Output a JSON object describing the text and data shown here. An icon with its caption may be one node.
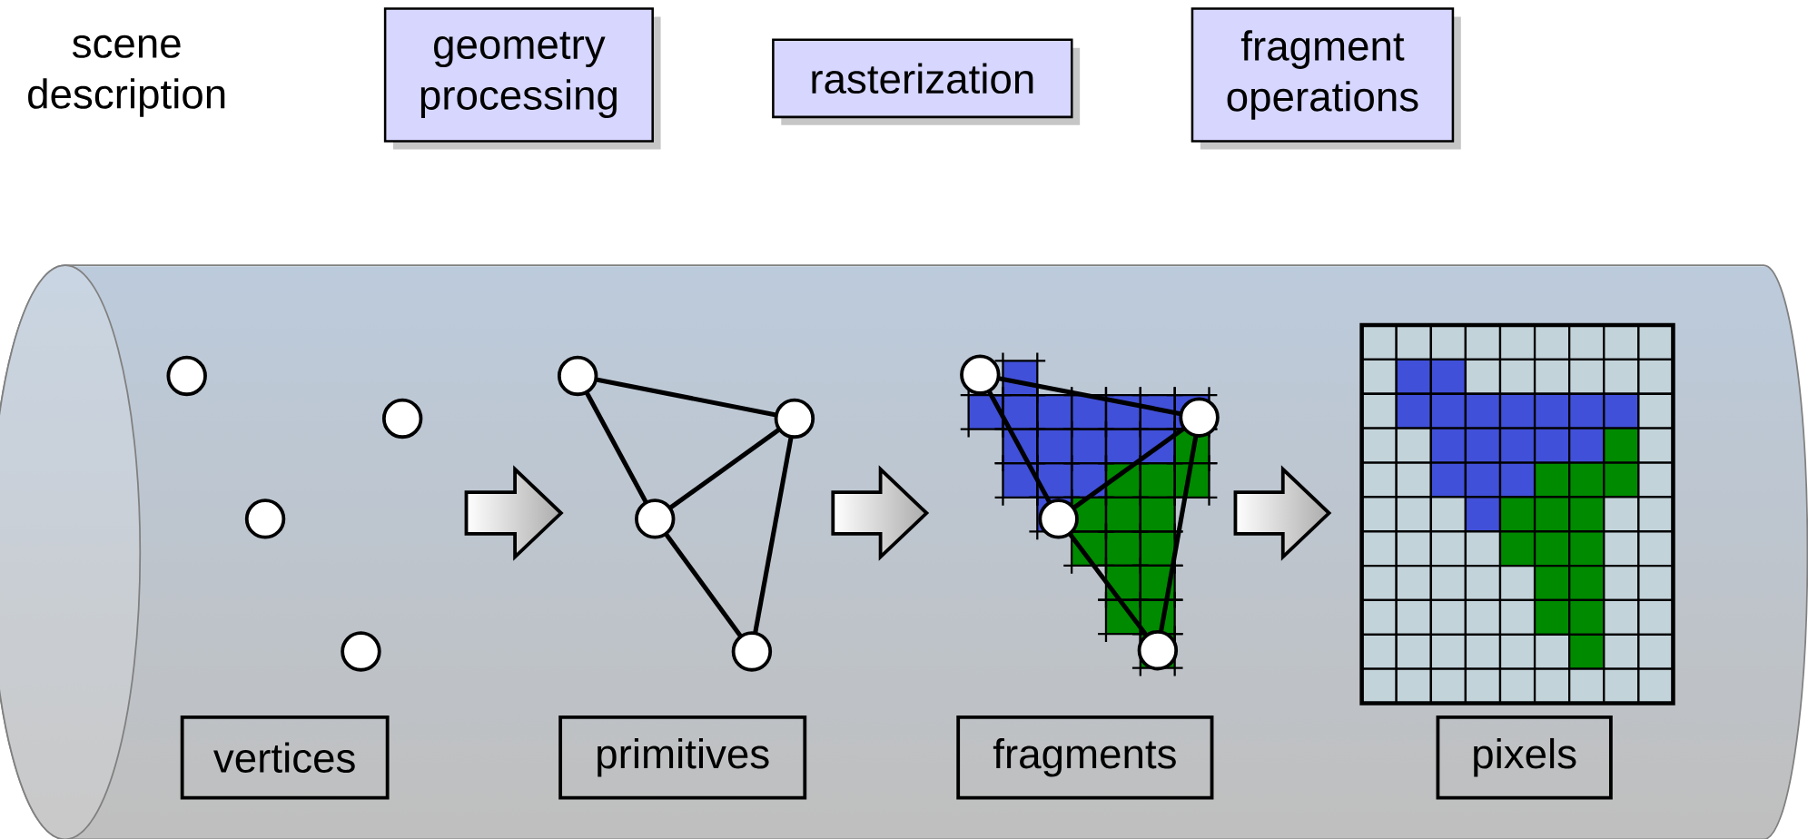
{
  "diagram": {
    "nodes": [
      {
        "text": [
          "geometry processing"
        ]
      },
      {
        "text": [
          "rasterization"
        ]
      },
      {
        "text": [
          "fragment operations"
        ]
      },
      {
        "text": [],
        "shape": "cylinder"
      },
      {
        "text": [],
        "shape": "picture",
        "in": 3
      },
      {
        "text": [],
        "shape": "picture",
        "in": 3
      },
      {
        "text": [],
        "shape": "picture",
        "in": 3
      },
      {
        "text": [],
        "shape": "picture",
        "in": 3
      },
      {
        "text": [
          "vertices"
        ],
        "in": 3
      },
      {
        "text": [
          "primitives"
        ],
        "in": 3
      },
      {
        "text": [
          "fragments"
        ],
        "in": 3
      },
      {
        "text": [
          "pixels"
        ],
        "in": 3
      }
    ],
    "edges": [
      {
        "from": 4,
        "to": 5,
        "arrow": "to",
        "style": "thick"
      },
      {
        "from": 5,
        "to": 6,
        "arrow": "to",
        "style": "thick"
      },
      {
        "from": 6,
        "to": 7,
        "arrow": "to",
        "style": "thick"
      }
    ],
    "labels": [
      "scene description"
    ]
  }
}
